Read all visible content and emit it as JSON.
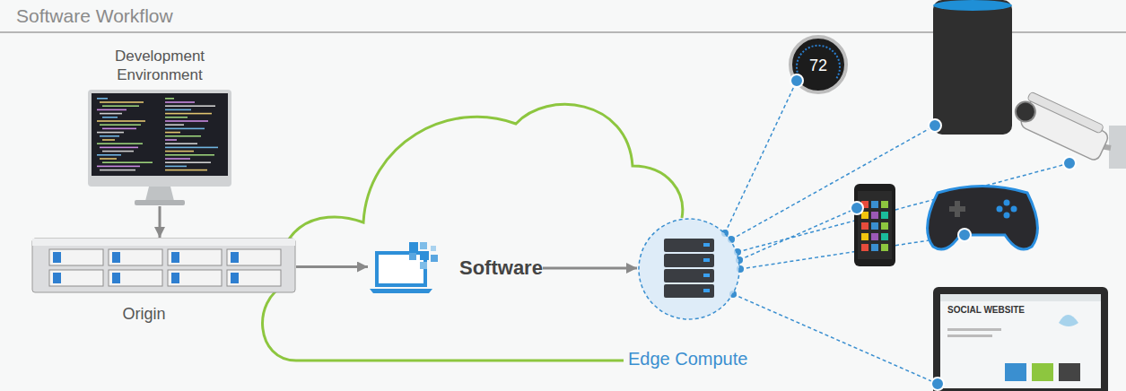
{
  "diagram": {
    "title": "Software Workflow",
    "nodes": [
      {
        "text": [
          "Development Environment"
        ]
      },
      {
        "text": [
          "Origin"
        ]
      },
      {
        "text": [
          "Software"
        ]
      },
      {
        "text": [
          "Edge Compute"
        ]
      }
    ],
    "edges": [
      {
        "from": 0,
        "to": 1,
        "arrow": "to"
      },
      {
        "from": 1,
        "to": 2,
        "arrow": "to"
      },
      {
        "from": 2,
        "to": 3,
        "arrow": "to"
      }
    ],
    "labels": [
      "72",
      "SOCIAL WEBSITE"
    ]
  }
}
